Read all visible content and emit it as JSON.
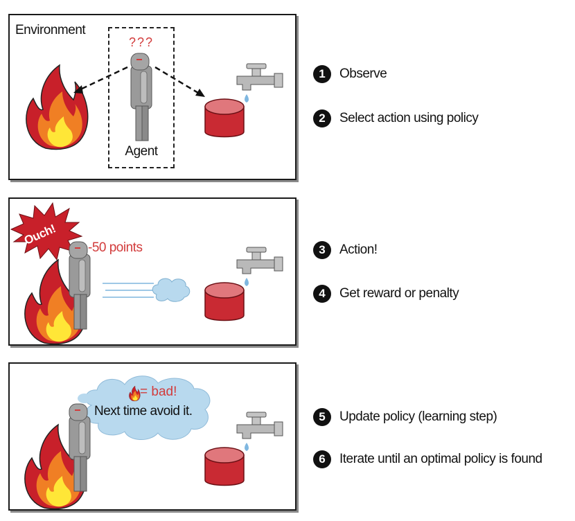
{
  "panel1": {
    "environment_label": "Environment",
    "question_marks": "???",
    "agent_label": "Agent"
  },
  "panel2": {
    "ouch_label": "Ouch!",
    "points_label": "-50 points"
  },
  "panel3": {
    "thought_line1": "= bad!",
    "thought_line2": "Next time avoid it."
  },
  "steps": [
    {
      "number": "1",
      "text": "Observe"
    },
    {
      "number": "2",
      "text": "Select action using policy"
    },
    {
      "number": "3",
      "text": "Action!"
    },
    {
      "number": "4",
      "text": "Get reward or penalty"
    },
    {
      "number": "5",
      "text": "Update policy (learning step)"
    },
    {
      "number": "6",
      "text": "Iterate until an optimal policy is found"
    }
  ],
  "colors": {
    "fire_outer": "#c8202a",
    "fire_mid": "#f07f24",
    "fire_inner": "#ffe637",
    "bucket": "#c92a33",
    "bucket_top": "#e0777c",
    "agent_gray": "#9a9a9a",
    "cloud": "#b8d9ee",
    "accent_red": "#d23b3b"
  }
}
